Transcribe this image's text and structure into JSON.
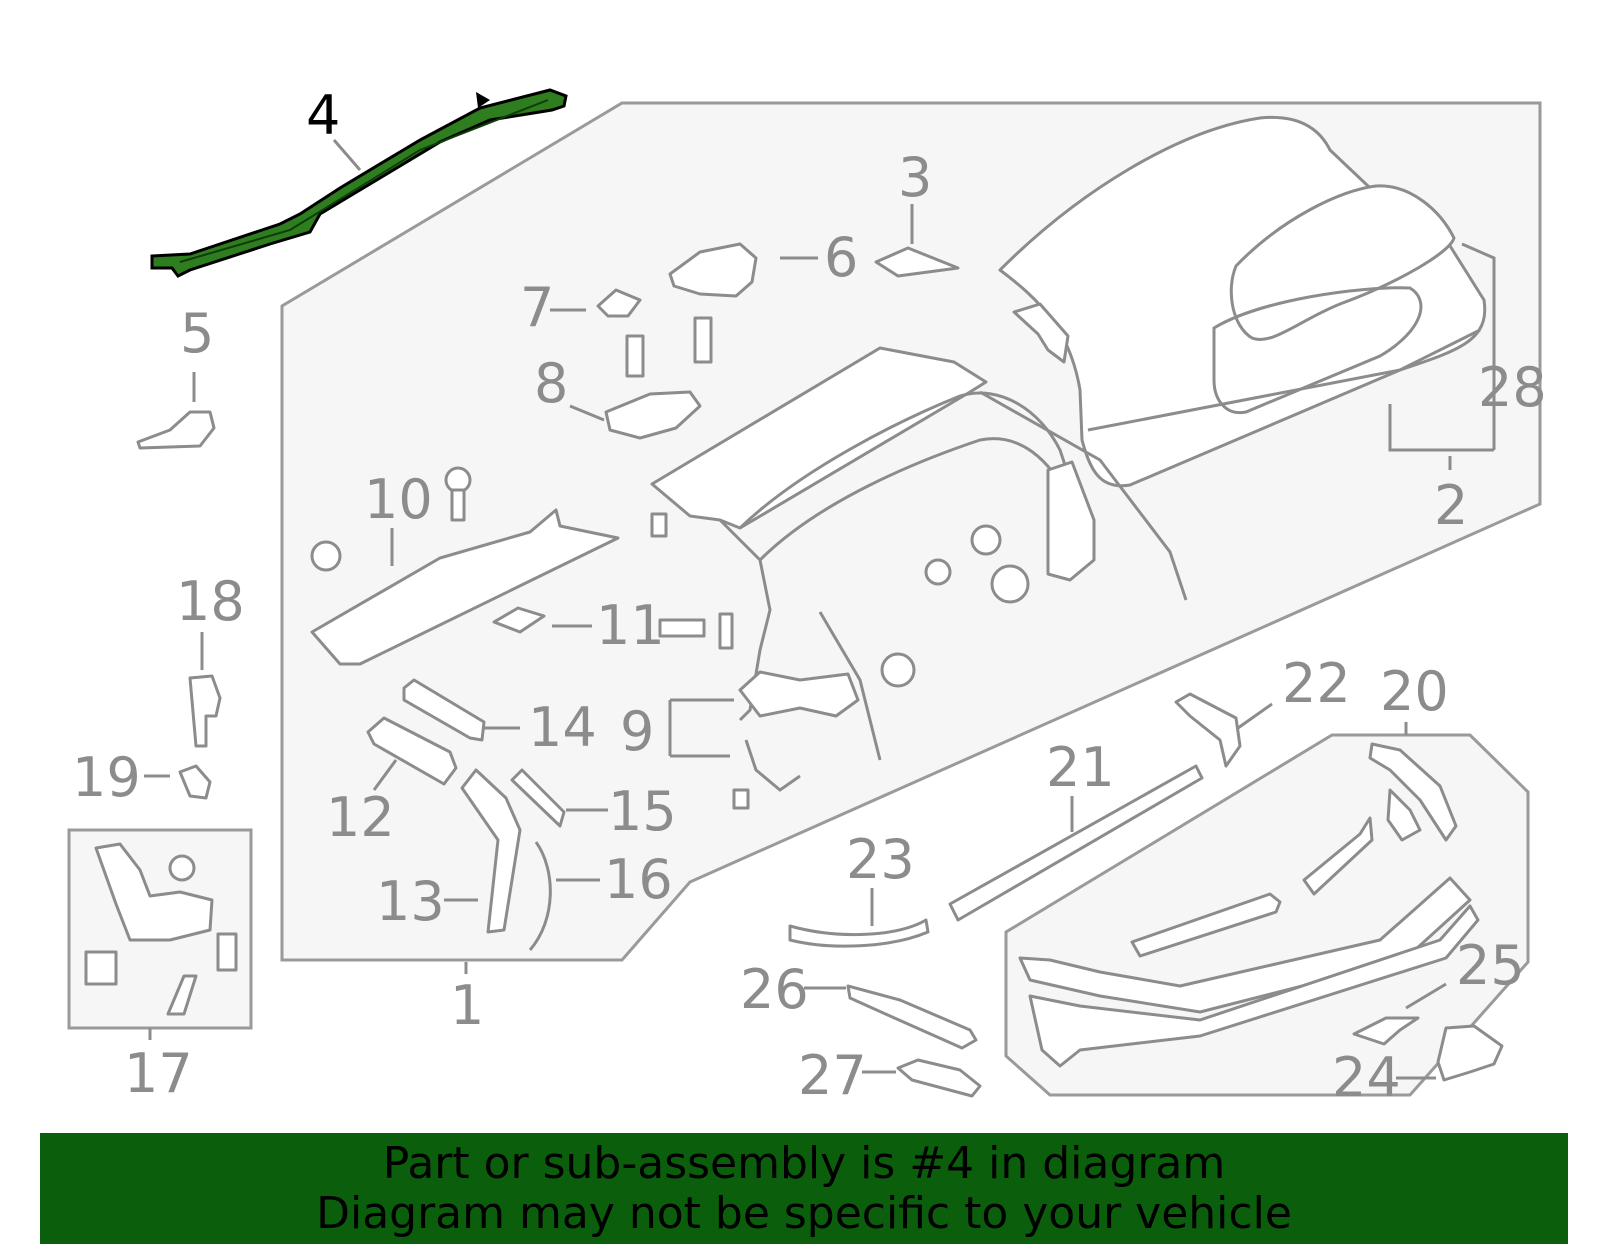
{
  "callouts": {
    "c1": "1",
    "c2": "2",
    "c3": "3",
    "c4": "4",
    "c5": "5",
    "c6": "6",
    "c7": "7",
    "c8": "8",
    "c9": "9",
    "c10": "10",
    "c11": "11",
    "c12": "12",
    "c13": "13",
    "c14": "14",
    "c15": "15",
    "c16": "16",
    "c17": "17",
    "c18": "18",
    "c19": "19",
    "c20": "20",
    "c21": "21",
    "c22": "22",
    "c23": "23",
    "c24": "24",
    "c25": "25",
    "c26": "26",
    "c27": "27",
    "c28": "28"
  },
  "highlighted_part": "4",
  "banner": {
    "line1": "Part or sub-assembly is #4 in diagram",
    "line2": "Diagram may not be specific to your vehicle"
  },
  "colors": {
    "highlight_part": "#2e7d1e",
    "banner_background": "#0b5e0b",
    "line_art": "#8c8c8c"
  }
}
